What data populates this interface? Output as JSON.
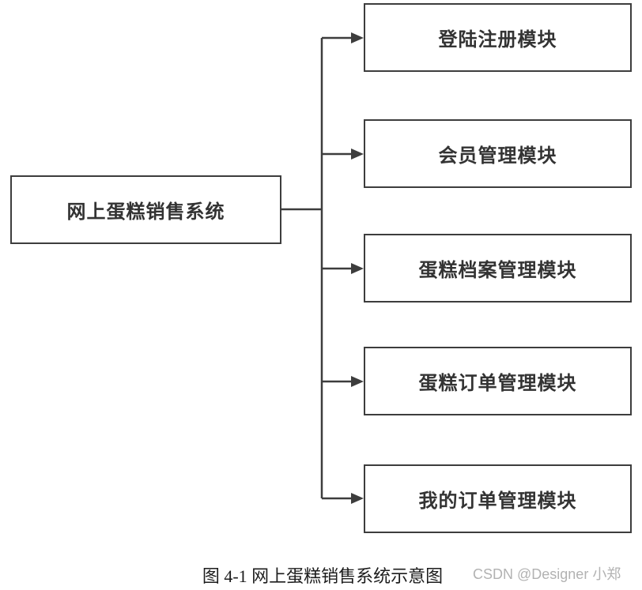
{
  "diagram": {
    "root": {
      "label": "网上蛋糕销售系统"
    },
    "modules": [
      {
        "label": "登陆注册模块"
      },
      {
        "label": "会员管理模块"
      },
      {
        "label": "蛋糕档案管理模块"
      },
      {
        "label": "蛋糕订单管理模块"
      },
      {
        "label": "我的订单管理模块"
      }
    ]
  },
  "caption": "图 4-1 网上蛋糕销售系统示意图",
  "watermark": "CSDN @Designer 小郑",
  "colors": {
    "line": "#3d3d3d",
    "box_border": "#3d3d3d",
    "box_text": "#333333",
    "caption_text": "#1c1c1c",
    "watermark_text": "#b2b2b2",
    "background": "#ffffff"
  }
}
